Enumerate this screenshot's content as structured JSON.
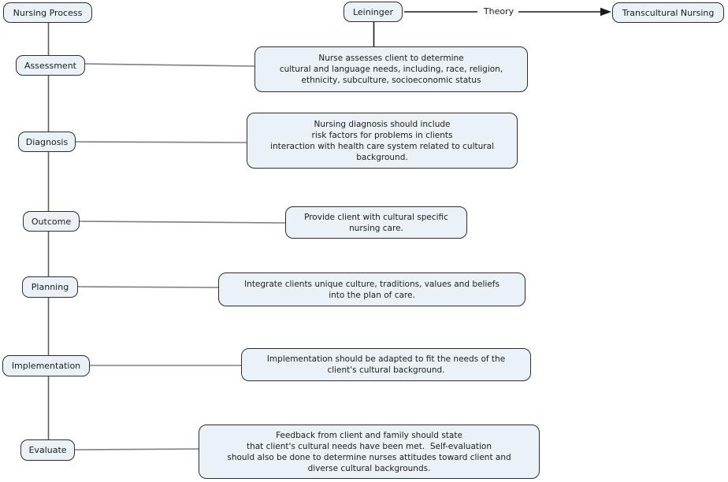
{
  "colors": {
    "node_fill": "#eaf1f7",
    "node_border": "#2e2e2e",
    "text_color": "#1c1c1c",
    "spine_gray": "#5f5f5f",
    "connector_gray": "#7e7e7e",
    "arrow_black": "#1a1a1a"
  },
  "top": {
    "nursing_process": "Nursing Process",
    "leininger": "Leininger",
    "theory_label": "Theory",
    "transcultural_nursing": "Transcultural Nursing"
  },
  "process_steps": [
    {
      "label": "Assessment",
      "description": "Nurse assesses client to determine\ncultural and language needs, including, race, religion,\nethnicity, subculture, socioeconomic status"
    },
    {
      "label": "Diagnosis",
      "description": "Nursing diagnosis should include\nrisk factors for problems in clients\ninteraction with health care system related to cultural\nbackground."
    },
    {
      "label": "Outcome",
      "description": "Provide client with cultural specific\nnursing care."
    },
    {
      "label": "Planning",
      "description": "Integrate clients unique culture, traditions, values and beliefs\ninto the plan of care."
    },
    {
      "label": "Implementation",
      "description": "Implementation should be adapted to fit the needs of the\nclient's cultural background."
    },
    {
      "label": "Evaluate",
      "description": "Feedback from client and family should state\nthat client's cultural needs have been met.  Self-evaluation\nshould also be done to determine nurses attitudes toward client and\ndiverse cultural backgrounds."
    }
  ]
}
